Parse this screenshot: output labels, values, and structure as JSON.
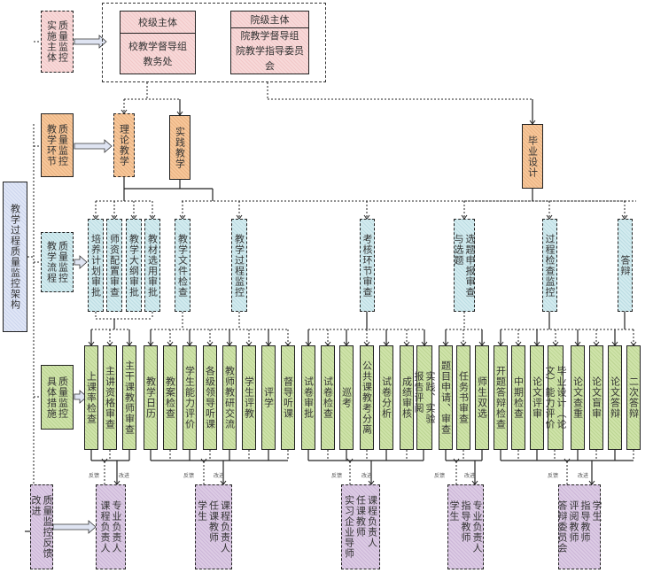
{
  "title": "教学过程质量监控架构",
  "rows": {
    "subject": "质量监控\n实施主体",
    "stage": "质量监控\n教学环节",
    "process": "质量监控\n教学流程",
    "measures": "质量监控\n具体措施",
    "feedback": "质量监控反馈\n改进"
  },
  "subjects": {
    "school": {
      "header": "校级主体",
      "body": "校教学督导组\n教务处"
    },
    "college": {
      "header": "院级主体",
      "body": "院教学督导组\n院教学指导委员会"
    }
  },
  "stages": [
    "理论教学",
    "实践教学",
    "毕业设计"
  ],
  "process": [
    "培养计划审批",
    "师资配置审查",
    "教学大纲审批",
    "教材选用审批",
    "教学文件检查",
    "教学过程监控",
    "考核环节审查",
    "选题申报审查\n与选题",
    "过程检查监控",
    "答辩"
  ],
  "measures": [
    "上课率检查",
    "主讲资格审查",
    "主干课教师审查",
    "教学日历",
    "教案检查",
    "学生能力评价",
    "各级领导听课",
    "教师教研交流",
    "学生评教",
    "评学",
    "督导听课",
    "试卷审批",
    "试卷检查",
    "巡考",
    "公共课教考分离",
    "试卷分析",
    "成绩审核",
    "实践、实验\n报告评阅",
    "题目申请、审查",
    "任务书审查",
    "师生双选",
    "开题答辩检查",
    "中期检查",
    "论文评审",
    "毕业设计（论\n文）能力评价",
    "论文查重",
    "论文盲审",
    "论文答辩",
    "二次答辩"
  ],
  "responsible": [
    "专业负责人\n课程负责人",
    "课程负责人\n任课教师\n学生",
    "课程负责人\n任课教师\n实习企业导师",
    "专业负责人\n指导教师\n学生",
    "学生\n指导教师\n评阅教师\n答辩委员会"
  ],
  "flow_labels": {
    "feedback": "反馈",
    "improve": "改进"
  }
}
